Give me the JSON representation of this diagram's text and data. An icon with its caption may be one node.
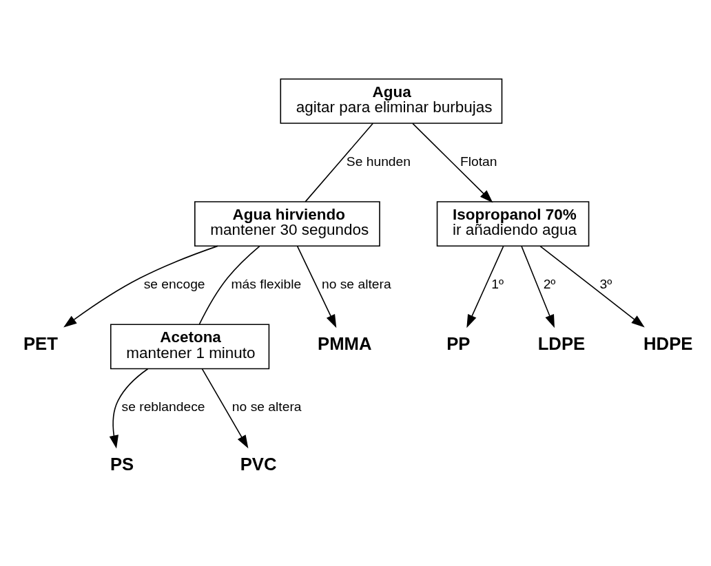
{
  "diagram": {
    "nodes": [
      {
        "text": [
          "Agua",
          "agitar para eliminar burbujas"
        ]
      },
      {
        "text": [
          "Agua hirviendo",
          "mantener 30 segundos"
        ]
      },
      {
        "text": [
          "Isopropanol 70%",
          "ir añadiendo agua"
        ]
      },
      {
        "text": [
          "PET"
        ]
      },
      {
        "text": [
          "PMMA"
        ]
      },
      {
        "text": [
          "Acetona",
          "mantener 1 minuto"
        ]
      },
      {
        "text": [
          "PS"
        ]
      },
      {
        "text": [
          "PVC"
        ]
      },
      {
        "text": [
          "PP"
        ]
      },
      {
        "text": [
          "LDPE"
        ]
      },
      {
        "text": [
          "HDPE"
        ]
      }
    ],
    "edges": [
      {
        "from": 0,
        "to": 1,
        "arrow": "none",
        "label": "Se hunden"
      },
      {
        "from": 0,
        "to": 2,
        "arrow": "to",
        "label": "Flotan"
      },
      {
        "from": 1,
        "to": 3,
        "arrow": "to",
        "label": "se encoge"
      },
      {
        "from": 1,
        "to": 5,
        "arrow": "none",
        "label": "más flexible"
      },
      {
        "from": 1,
        "to": 4,
        "arrow": "to",
        "label": "no se altera"
      },
      {
        "from": 5,
        "to": 6,
        "arrow": "to",
        "label": "se reblandece"
      },
      {
        "from": 5,
        "to": 7,
        "arrow": "to",
        "label": "no se altera"
      },
      {
        "from": 2,
        "to": 8,
        "arrow": "to",
        "label": "1º"
      },
      {
        "from": 2,
        "to": 9,
        "arrow": "to",
        "label": "2º"
      },
      {
        "from": 2,
        "to": 10,
        "arrow": "to",
        "label": "3º"
      }
    ]
  }
}
